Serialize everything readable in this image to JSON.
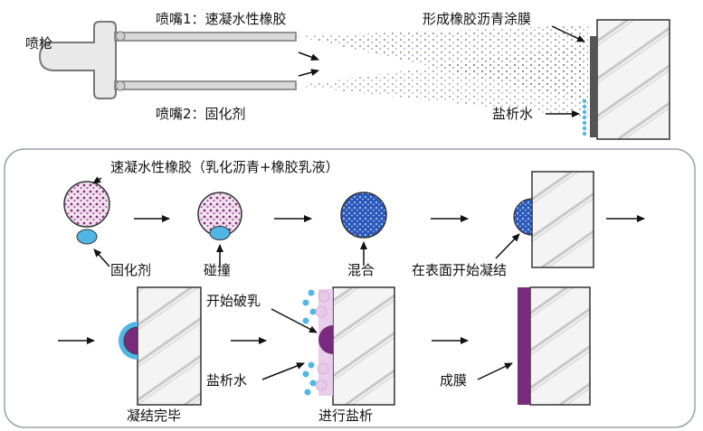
{
  "top": {
    "spray_gun_label": "喷枪",
    "nozzle1_label": "喷嘴1：速凝水性橡胶",
    "nozzle2_label": "喷嘴2：固化剂",
    "coating_label": "形成橡胶沥青涂膜",
    "salt_water_label": "盐析水"
  },
  "process": {
    "emulsion_label": "速凝水性橡胶（乳化沥青+橡胶乳液）",
    "curing_agent_label": "固化剂",
    "collision_label": "碰撞",
    "mixing_label": "混合",
    "surface_coagulation_label": "在表面开始凝结",
    "coagulation_done_label": "凝结完毕",
    "demulsify_label": "开始破乳",
    "salt_water_label": "盐析水",
    "salting_out_label": "进行盐析",
    "film_label": "成膜"
  },
  "colors": {
    "emulsion_fill": "#efe3f1",
    "emulsion_dots": "#8a2f73",
    "curing_agent": "#4fb6e6",
    "mixed": "#2f53b8",
    "membrane": "#7a2a7c",
    "wall_fill": "#f2f2f2",
    "panel_border": "#9aa3ad"
  }
}
